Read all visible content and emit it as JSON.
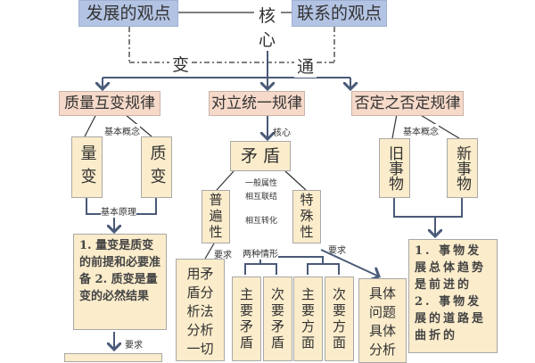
{
  "top": {
    "left": "发展的观点",
    "right": "联系的观点",
    "core1": "核",
    "core2": "心",
    "bian": "变",
    "tong": "通"
  },
  "laws": [
    "质量互变规律",
    "对立统一规律",
    "否定之否定规律"
  ],
  "law1": {
    "concept_label": "基本概念",
    "a": "量变",
    "b": "质变",
    "principle_label": "基本原理",
    "principle": "1. 量变是质变的前提和必要准备 2. 质变是量变的必然结果",
    "require_label": "要求"
  },
  "law2": {
    "core_label": "核心",
    "main": "矛 盾",
    "prop1": "一般属性",
    "prop2": "相互联结",
    "prop3": "相互转化",
    "universal": "普遍性",
    "particular": "特殊性",
    "req_left": "要求",
    "two_cases": "两种情形",
    "req_right": "要求",
    "analyze_all": "用矛盾分析法分析一切",
    "c1": "主要矛盾",
    "c2": "次要矛盾",
    "c3": "主要方面",
    "c4": "次要方面",
    "concrete": "具体问题具体分析"
  },
  "law3": {
    "concept_label": "基本概念",
    "a": "旧事物",
    "b": "新事物",
    "principle": "1. 事物发展总体趋势是前进的 2. 事物发展的道路是曲折的"
  }
}
